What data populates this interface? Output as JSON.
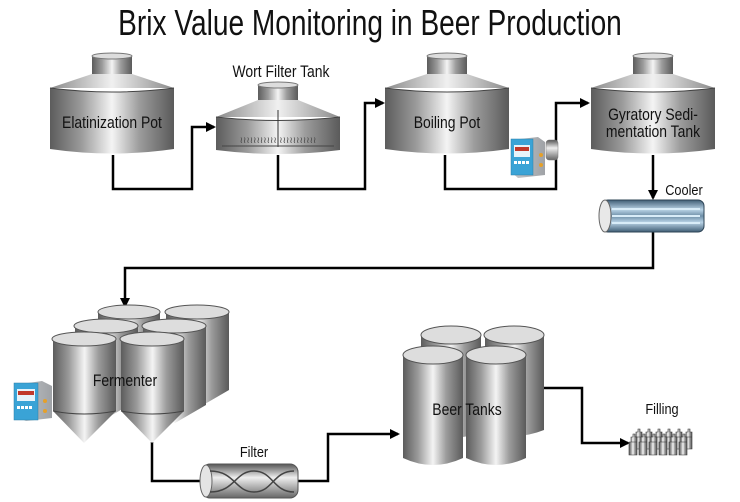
{
  "title": "Brix Value Monitoring in Beer Production",
  "equipment": {
    "gelatinization_pot": {
      "label": "Elatinization Pot"
    },
    "wort_filter_tank": {
      "label": "Wort Filter Tank"
    },
    "boiling_pot": {
      "label": "Boiling Pot"
    },
    "sedimentation_tank": {
      "label_line1": "Gyratory Sedi-",
      "label_line2": "mentation Tank"
    },
    "cooler": {
      "label": "Cooler"
    },
    "fermenter": {
      "label": "Fermenter"
    },
    "filter": {
      "label": "Filter"
    },
    "beer_tanks": {
      "label": "Beer Tanks"
    },
    "filling": {
      "label": "Filling"
    }
  },
  "instruments": [
    {
      "name": "brix-meter-boiling",
      "location": "between Boiling Pot and Gyratory Sedimentation Tank",
      "screen_color": "#3aa3d6"
    },
    {
      "name": "brix-meter-fermenter",
      "location": "Fermenter",
      "screen_color": "#3aa3d6"
    }
  ],
  "flow_order": [
    "Elatinization Pot",
    "Wort Filter Tank",
    "Boiling Pot",
    "Gyratory Sedimentation Tank",
    "Cooler",
    "Fermenter",
    "Filter",
    "Beer Tanks",
    "Filling"
  ],
  "colors": {
    "line": "#000000",
    "steel_dark": "#5a5a5a",
    "steel_light": "#f2f2f2",
    "cooler_blue": "#6f90a8",
    "meter_blue": "#3aa3d6"
  }
}
